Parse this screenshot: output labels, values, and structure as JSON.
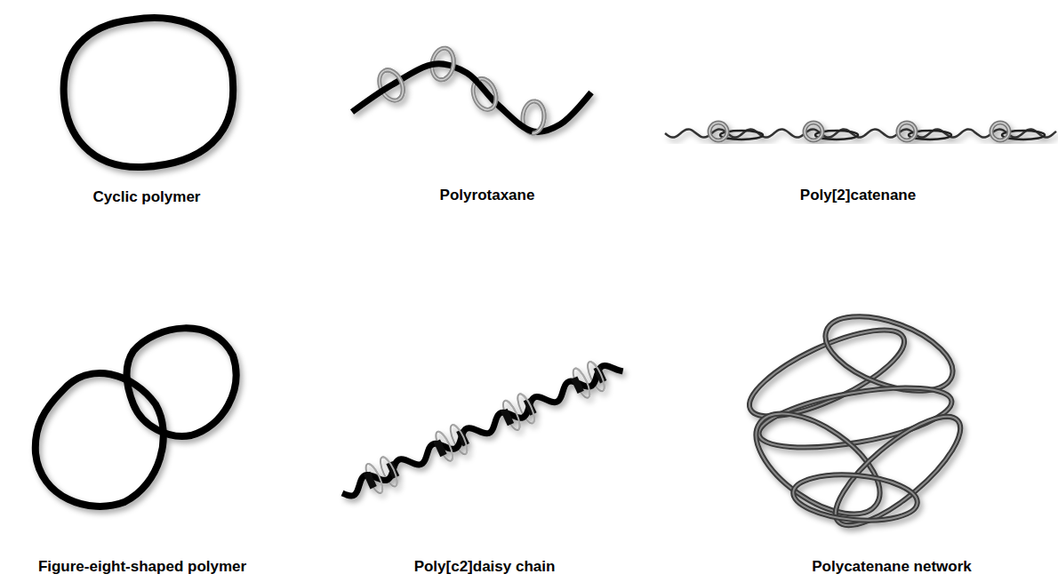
{
  "diagram": {
    "labels": [
      "Cyclic polymer",
      "Polyrotaxane",
      "Poly[2]catenane",
      "Figure-eight-shaped polymer",
      "Poly[c2]daisy chain",
      "Polycatenane network"
    ]
  }
}
